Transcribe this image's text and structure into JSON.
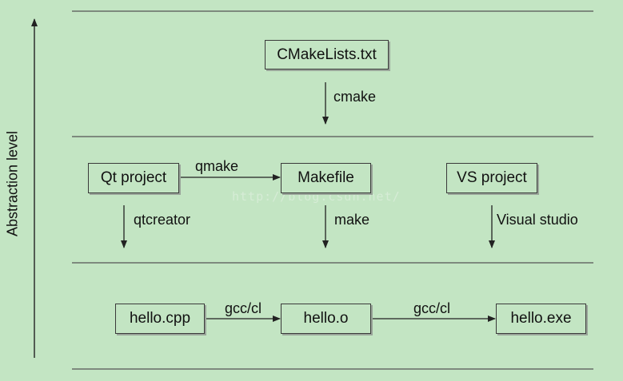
{
  "axis": {
    "label": "Abstraction  level"
  },
  "boxes": {
    "cmakelists": "CMakeLists.txt",
    "qt_project": "Qt project",
    "makefile": "Makefile",
    "vs_project": "VS project",
    "hello_cpp": "hello.cpp",
    "hello_o": "hello.o",
    "hello_exe": "hello.exe"
  },
  "edges": {
    "cmake": "cmake",
    "qmake": "qmake",
    "qtcreator": "qtcreator",
    "make": "make",
    "visual_studio": "Visual studio",
    "gcc_cl_1": "gcc/cl",
    "gcc_cl_2": "gcc/cl"
  },
  "watermark": "http://blog.csdn.net/",
  "colors": {
    "background": "#c3e5c3",
    "line": "#3a3a3a"
  }
}
